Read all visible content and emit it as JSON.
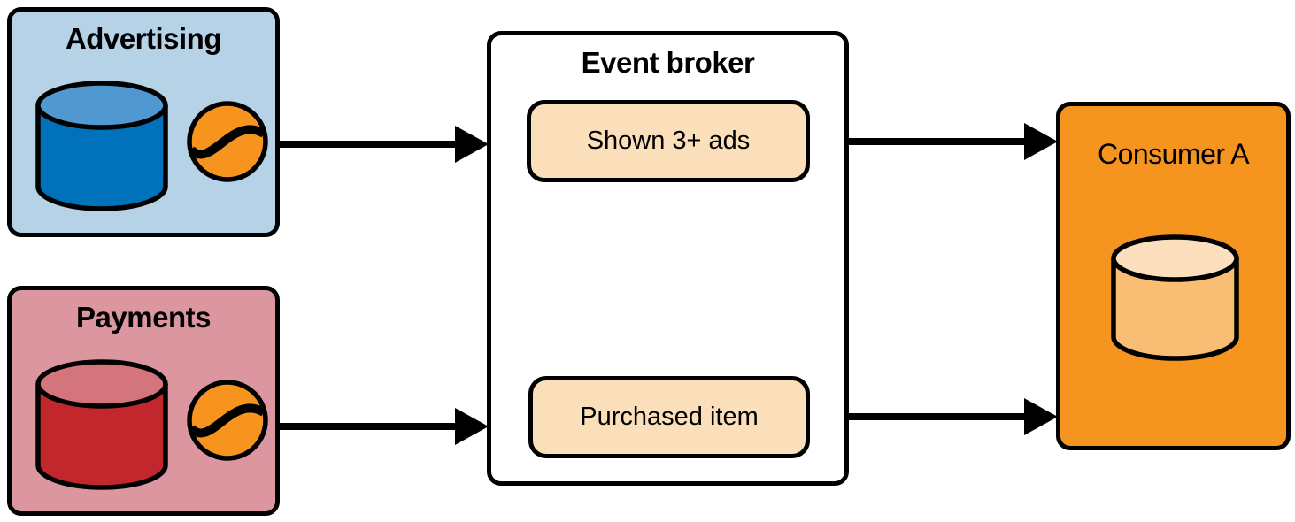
{
  "producers": [
    {
      "label": "Advertising"
    },
    {
      "label": "Payments"
    }
  ],
  "broker": {
    "title": "Event broker",
    "topics": [
      {
        "label": "Shown 3+ ads"
      },
      {
        "label": "Purchased item"
      }
    ]
  },
  "consumer": {
    "label": "Consumer A"
  },
  "colors": {
    "outline": "#000000",
    "advertising_bg": "#b5d2e7",
    "payments_bg": "#db96a0",
    "broker_bg": "#ffffff",
    "consumer_bg": "#f5941f",
    "topic_bg": "#fbdfba",
    "blue_cylinder_body": "#0071bb",
    "blue_cylinder_top": "#5198d1",
    "red_cylinder_body": "#c1272d",
    "red_cylinder_top": "#d4757e",
    "consumer_cylinder_body": "#f9bd74",
    "consumer_cylinder_top": "#fcdfbd",
    "event_stream_icon_bg": "#f7941e"
  }
}
